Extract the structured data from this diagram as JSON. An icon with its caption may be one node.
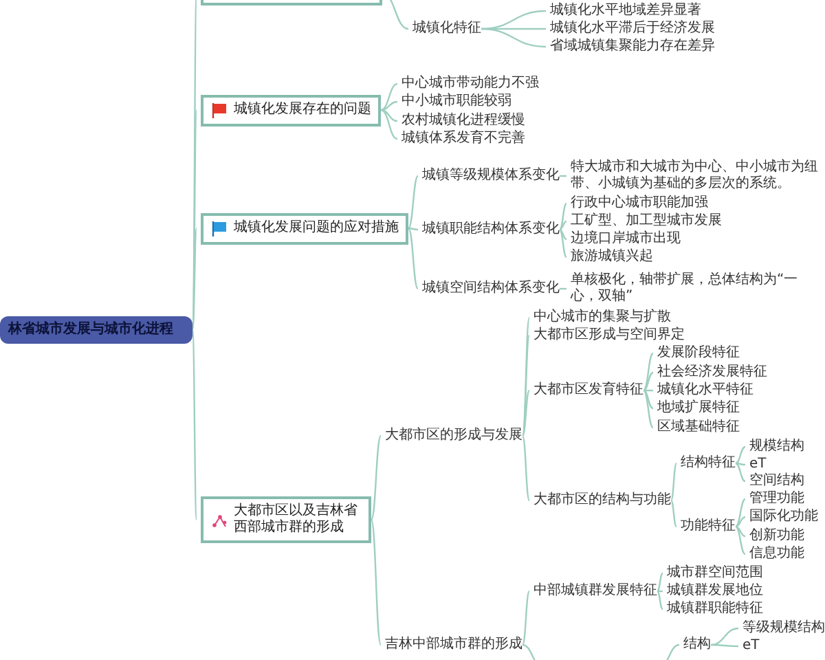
{
  "diagram": {
    "nodes": [
      {
        "text": [
          "林省城市发展与城市化进程"
        ]
      },
      {
        "text": [],
        "shape": "box"
      },
      {
        "text": [
          "城镇化特征"
        ]
      },
      {
        "text": [
          "城镇化水平地域差异显著"
        ]
      },
      {
        "text": [
          "城镇化水平滞后于经济发展"
        ]
      },
      {
        "text": [
          "省域城镇集聚能力存在差异"
        ]
      },
      {
        "text": [
          "城镇化发展存在的问题"
        ]
      },
      {
        "text": [
          "中心城市带动能力不强"
        ]
      },
      {
        "text": [
          "中小城市职能较弱"
        ]
      },
      {
        "text": [
          "农村城镇化进程缓慢"
        ]
      },
      {
        "text": [
          "城镇体系发育不完善"
        ]
      },
      {
        "text": [
          "城镇化发展问题的应对措施"
        ]
      },
      {
        "text": [
          "城镇等级规模体系变化"
        ]
      },
      {
        "text": [
          "特大城市和大城市为中心、中小城市为纽带、小城镇为基础的多层次的系统。"
        ]
      },
      {
        "text": [
          "城镇职能结构体系变化"
        ]
      },
      {
        "text": [
          "行政中心城市职能加强"
        ]
      },
      {
        "text": [
          "工矿型、加工型城市发展"
        ]
      },
      {
        "text": [
          "边境口岸城市出现"
        ]
      },
      {
        "text": [
          "旅游城镇兴起"
        ]
      },
      {
        "text": [
          "城镇空间结构体系变化"
        ]
      },
      {
        "text": [
          "单核极化，轴带扩展，总体结构为“一心，双轴”"
        ]
      },
      {
        "text": [
          "大都市区以及吉林省西部城市群的形成"
        ]
      },
      {
        "text": [
          "大都市区的形成与发展"
        ]
      },
      {
        "text": [
          "中心城市的集聚与扩散"
        ]
      },
      {
        "text": [
          "大都市区形成与空间界定"
        ]
      },
      {
        "text": [
          "大都市区发育特征"
        ]
      },
      {
        "text": [
          "发展阶段特征"
        ]
      },
      {
        "text": [
          "社会经济发展特征"
        ]
      },
      {
        "text": [
          "城镇化水平特征"
        ]
      },
      {
        "text": [
          "地域扩展特征"
        ]
      },
      {
        "text": [
          "区域基础特征"
        ]
      },
      {
        "text": [
          "大都市区的结构与功能"
        ]
      },
      {
        "text": [
          "结构特征"
        ]
      },
      {
        "text": [
          "规模结构"
        ]
      },
      {
        "text": [
          "eT"
        ]
      },
      {
        "text": [
          "空间结构"
        ]
      },
      {
        "text": [
          "功能特征"
        ]
      },
      {
        "text": [
          "管理功能"
        ]
      },
      {
        "text": [
          "国际化功能"
        ]
      },
      {
        "text": [
          "创新功能"
        ]
      },
      {
        "text": [
          "信息功能"
        ]
      },
      {
        "text": [
          "吉林中部城市群的形成"
        ]
      },
      {
        "text": [
          "中部城镇群发展特征"
        ]
      },
      {
        "text": [
          "城市群空间范围"
        ]
      },
      {
        "text": [
          "城镇群发展地位"
        ]
      },
      {
        "text": [
          "城镇群职能特征"
        ]
      },
      {
        "text": [
          "结构"
        ]
      },
      {
        "text": [
          "等级规模结构"
        ]
      },
      {
        "text": [
          "eT"
        ]
      }
    ],
    "edges": [
      {
        "from": 0,
        "to": 1,
        "arrow": "none"
      },
      {
        "from": 0,
        "to": 6,
        "arrow": "none"
      },
      {
        "from": 0,
        "to": 11,
        "arrow": "none"
      },
      {
        "from": 0,
        "to": 21,
        "arrow": "none"
      },
      {
        "from": 1,
        "to": 2,
        "arrow": "none"
      },
      {
        "from": 2,
        "to": 3,
        "arrow": "none"
      },
      {
        "from": 2,
        "to": 4,
        "arrow": "none"
      },
      {
        "from": 2,
        "to": 5,
        "arrow": "none"
      },
      {
        "from": 6,
        "to": 7,
        "arrow": "none"
      },
      {
        "from": 6,
        "to": 8,
        "arrow": "none"
      },
      {
        "from": 6,
        "to": 9,
        "arrow": "none"
      },
      {
        "from": 6,
        "to": 10,
        "arrow": "none"
      },
      {
        "from": 11,
        "to": 12,
        "arrow": "none"
      },
      {
        "from": 11,
        "to": 14,
        "arrow": "none"
      },
      {
        "from": 11,
        "to": 19,
        "arrow": "none"
      },
      {
        "from": 12,
        "to": 13,
        "arrow": "none"
      },
      {
        "from": 14,
        "to": 15,
        "arrow": "none"
      },
      {
        "from": 14,
        "to": 16,
        "arrow": "none"
      },
      {
        "from": 14,
        "to": 17,
        "arrow": "none"
      },
      {
        "from": 14,
        "to": 18,
        "arrow": "none"
      },
      {
        "from": 19,
        "to": 20,
        "arrow": "none"
      },
      {
        "from": 21,
        "to": 22,
        "arrow": "none"
      },
      {
        "from": 21,
        "to": 41,
        "arrow": "none"
      },
      {
        "from": 22,
        "to": 23,
        "arrow": "none"
      },
      {
        "from": 22,
        "to": 24,
        "arrow": "none"
      },
      {
        "from": 22,
        "to": 25,
        "arrow": "none"
      },
      {
        "from": 22,
        "to": 31,
        "arrow": "none"
      },
      {
        "from": 25,
        "to": 26,
        "arrow": "none"
      },
      {
        "from": 25,
        "to": 27,
        "arrow": "none"
      },
      {
        "from": 25,
        "to": 28,
        "arrow": "none"
      },
      {
        "from": 25,
        "to": 29,
        "arrow": "none"
      },
      {
        "from": 25,
        "to": 30,
        "arrow": "none"
      },
      {
        "from": 31,
        "to": 32,
        "arrow": "none"
      },
      {
        "from": 31,
        "to": 36,
        "arrow": "none"
      },
      {
        "from": 32,
        "to": 33,
        "arrow": "none"
      },
      {
        "from": 32,
        "to": 34,
        "arrow": "none"
      },
      {
        "from": 32,
        "to": 35,
        "arrow": "none"
      },
      {
        "from": 36,
        "to": 37,
        "arrow": "none"
      },
      {
        "from": 36,
        "to": 38,
        "arrow": "none"
      },
      {
        "from": 36,
        "to": 39,
        "arrow": "none"
      },
      {
        "from": 36,
        "to": 40,
        "arrow": "none"
      },
      {
        "from": 41,
        "to": 42,
        "arrow": "none"
      },
      {
        "from": 41,
        "to": null,
        "arrow": "none"
      },
      {
        "from": 42,
        "to": 43,
        "arrow": "none"
      },
      {
        "from": 42,
        "to": 44,
        "arrow": "none"
      },
      {
        "from": 42,
        "to": 45,
        "arrow": "none"
      },
      {
        "from": null,
        "to": 46,
        "arrow": "none"
      },
      {
        "from": 46,
        "to": 47,
        "arrow": "none"
      },
      {
        "from": 46,
        "to": 48,
        "arrow": "none"
      }
    ]
  }
}
